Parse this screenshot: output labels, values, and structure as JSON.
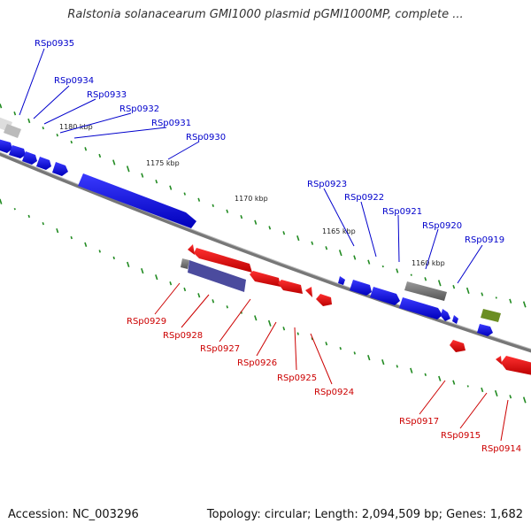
{
  "title": "Ralstonia solanacearum GMI1000 plasmid pGMI1000MP, complete ...",
  "footer": {
    "accession": "Accession: NC_003296",
    "summary": "Topology: circular; Length: 2,094,509 bp; Genes: 1,682"
  },
  "colors": {
    "forward": "#0000ee",
    "reverse": "#ee0000",
    "forward_label": "#0000cc",
    "reverse_label": "#cc0000",
    "backbone": "#888888",
    "gc_dots": "#228b22"
  },
  "ticks": [
    "1180 kbp",
    "1175 kbp",
    "1170 kbp",
    "1165 kbp",
    "1160 kbp"
  ],
  "forward_labels": [
    "RSp0935",
    "RSp0934",
    "RSp0933",
    "RSp0932",
    "RSp0931",
    "RSp0930",
    "RSp0923",
    "RSp0922",
    "RSp0921",
    "RSp0920",
    "RSp0919"
  ],
  "reverse_labels": [
    "RSp0929",
    "RSp0928",
    "RSp0927",
    "RSp0926",
    "RSp0925",
    "RSp0924",
    "RSp0917",
    "RSp0915",
    "RSp0914"
  ]
}
